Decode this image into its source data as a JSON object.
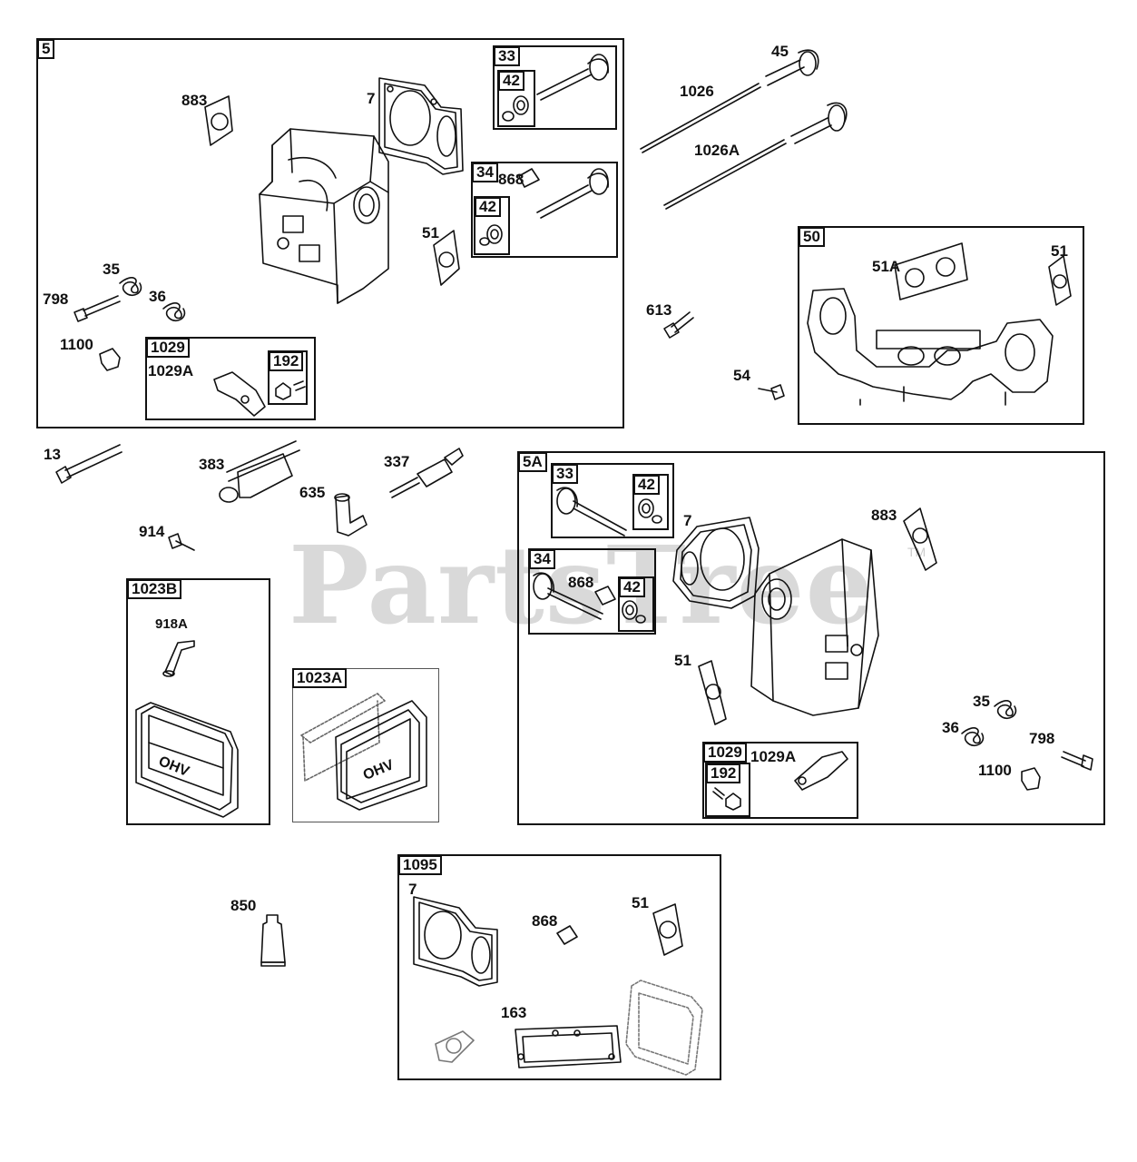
{
  "watermark": "PartsTree",
  "watermark_tm": "TM",
  "groups": {
    "g5": "5",
    "g33a": "33",
    "g42a": "42",
    "g34a": "34",
    "g42b": "42",
    "g1029a": "1029",
    "g192a": "192",
    "g50": "50",
    "g5A": "5A",
    "g33b": "33",
    "g42c": "42",
    "g34b": "34",
    "g42d": "42",
    "g1029b": "1029",
    "g192b": "192",
    "g1023B": "1023B",
    "g1023A": "1023A",
    "g1095": "1095"
  },
  "parts": {
    "p883a": "883",
    "p7a": "7",
    "p868a": "868",
    "p51a": "51",
    "p35a": "35",
    "p36a": "36",
    "p798a": "798",
    "p1100a": "1100",
    "p1029Aa": "1029A",
    "p45": "45",
    "p1026": "1026",
    "p1026A": "1026A",
    "p51A": "51A",
    "p51b": "51",
    "p613": "613",
    "p54": "54",
    "p13": "13",
    "p383": "383",
    "p337": "337",
    "p635": "635",
    "p914": "914",
    "p918A": "918A",
    "p7b": "7",
    "p868b": "868",
    "p883b": "883",
    "p51c": "51",
    "p35b": "35",
    "p36b": "36",
    "p798b": "798",
    "p1100b": "1100",
    "p1029Ab": "1029A",
    "p850": "850",
    "p7c": "7",
    "p868c": "868",
    "p51d": "51",
    "p163": "163"
  },
  "decals": {
    "ohv": "OHV"
  }
}
